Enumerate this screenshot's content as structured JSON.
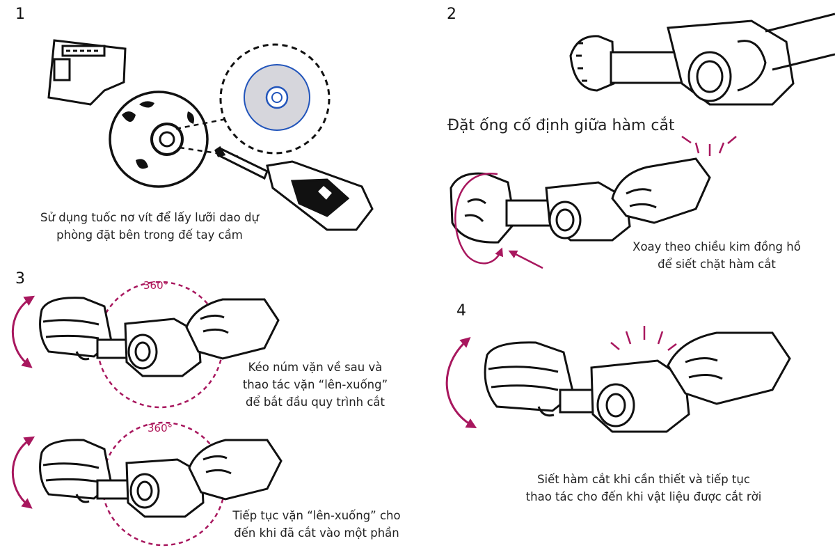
{
  "accent_color": "#a8175e",
  "disc_color": "#d6d6dc",
  "disc_ring_color": "#2255bb",
  "icons": [
    "screwdriver-icon",
    "pipe-cutter-icon",
    "hand-icon",
    "rotation-arrow-icon",
    "spark-icon"
  ],
  "steps": [
    {
      "number": "1",
      "caption_lines": [
        "Sử dụng tuốc nơ vít để lấy lưỡi dao dự",
        "phòng đặt bên trong đế tay cầm"
      ]
    },
    {
      "number": "2",
      "title": "Đặt ống cố định giữa hàm cắt",
      "caption_lines": [
        "Xoay theo chiều kim đồng hồ",
        "để siết chặt hàm cắt"
      ]
    },
    {
      "number": "3",
      "degree_label": "360°",
      "caption_a_lines": [
        "Kéo núm vặn về sau và",
        "thao tác vặn “lên-xuống”",
        "để bắt đầu quy trình cắt"
      ],
      "caption_b_lines": [
        "Tiếp tục vặn “lên-xuống” cho",
        "đến khi đã cắt vào một phần"
      ]
    },
    {
      "number": "4",
      "caption_lines": [
        "Siết hàm cắt khi cần thiết và tiếp tục",
        "thao tác cho đến khi vật liệu được cắt rời"
      ]
    }
  ]
}
